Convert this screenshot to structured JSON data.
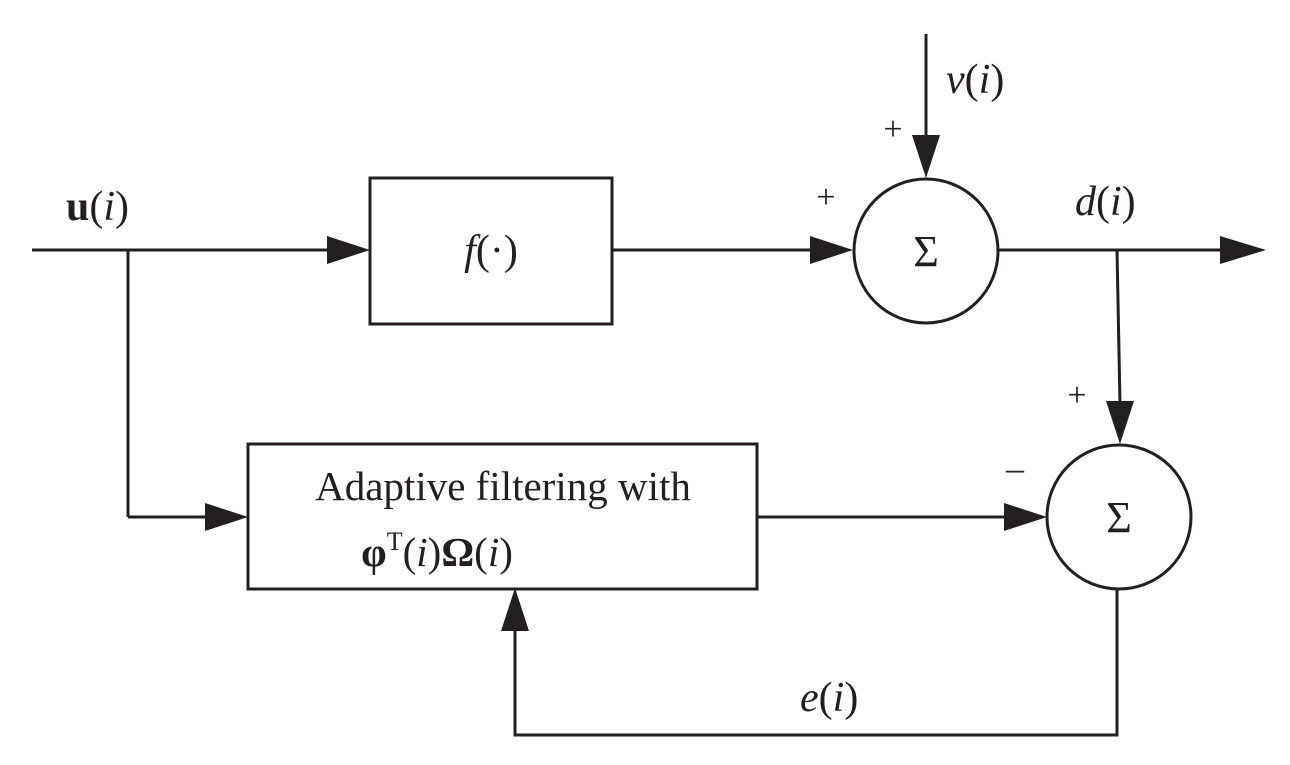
{
  "signals": {
    "input": {
      "name": "u",
      "paren_open": "(",
      "var": "i",
      "paren_close": ")"
    },
    "noise": {
      "name": "v",
      "paren_open": "(",
      "var": "i",
      "paren_close": ")"
    },
    "desired": {
      "name": "d",
      "paren_open": "(",
      "var": "i",
      "paren_close": ")"
    },
    "error": {
      "name": "e",
      "paren_open": "(",
      "var": "i",
      "paren_close": ")"
    }
  },
  "blocks": {
    "system": {
      "name": "f",
      "args": "(·)"
    },
    "adaptive_filter": {
      "line1": "Adaptive filtering with",
      "phi": "φ",
      "sup": "T",
      "paren_open": "(",
      "var": "i",
      "mid": ")",
      "omega": "Ω",
      "paren_open2": "(",
      "var2": "i",
      "paren_close2": ")"
    }
  },
  "summers": {
    "top": {
      "symbol": "Σ",
      "sign_noise": "+",
      "sign_input": "+"
    },
    "bottom": {
      "symbol": "Σ",
      "sign_desired": "+",
      "sign_filter": "–"
    }
  }
}
